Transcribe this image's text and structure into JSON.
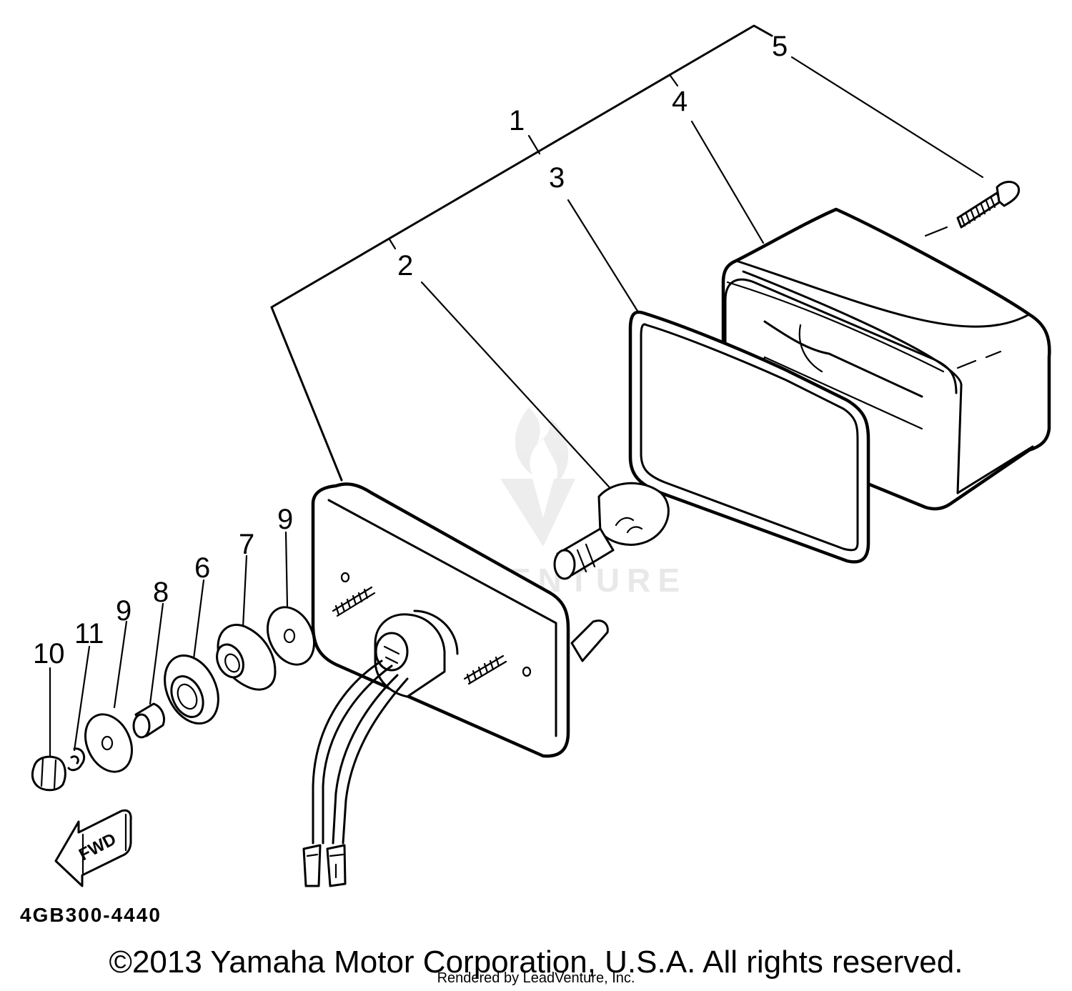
{
  "callouts": {
    "c1": "1",
    "c2": "2",
    "c3": "3",
    "c4": "4",
    "c5": "5",
    "c6": "6",
    "c7": "7",
    "c8": "8",
    "c9a": "9",
    "c9b": "9",
    "c10": "10",
    "c11": "11"
  },
  "direction_marker": "FWD",
  "diagram_code": "4GB300-4440",
  "watermark": "LEADVENTURE",
  "footer": {
    "copyright": "©2013 Yamaha Motor Corporation, U.S.A. All rights reserved.",
    "rendered_by": "Rendered by LeadVenture, Inc."
  }
}
